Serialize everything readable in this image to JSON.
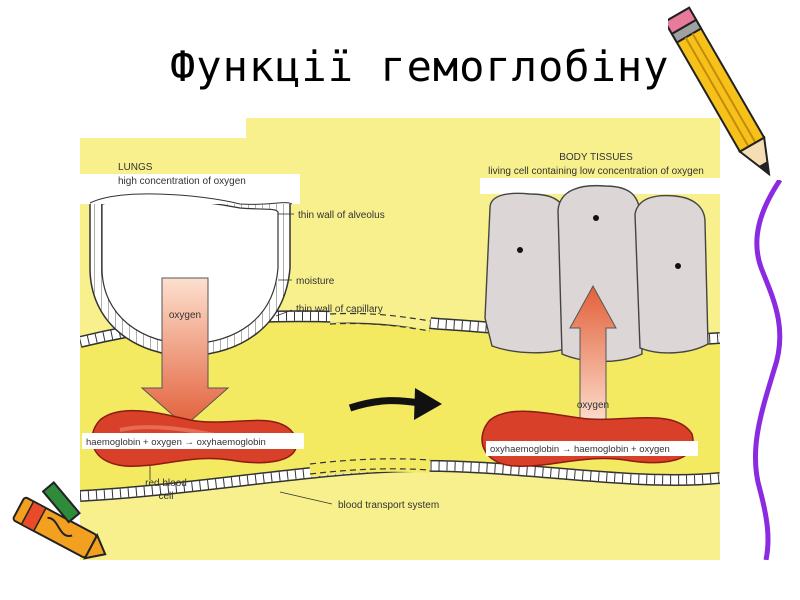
{
  "slide": {
    "title": "Функції гемоглобіну"
  },
  "diagram": {
    "lungs_title": "LUNGS",
    "lungs_sub": "high concentration of oxygen",
    "thin_wall_alveolus": "thin wall of alveolus",
    "moisture": "moisture",
    "thin_wall_capillary": "thin wall of capillary",
    "oxygen_down": "oxygen",
    "eq_left": "haemoglobin + oxygen → oxyhaemoglobin",
    "rbc_line1": "red blood",
    "rbc_line2": "cell",
    "blood_transport": "blood transport system",
    "tissues_title": "BODY TISSUES",
    "tissues_sub": "living cell containing low concentration of oxygen",
    "oxygen_up": "oxygen",
    "eq_right": "oxyhaemoglobin → haemoglobin + oxygen"
  },
  "colors": {
    "background": "#f7f08c",
    "plasma": "#f5ec70",
    "red_cell": "#d8402a",
    "cell_fill": "#dcd6d6",
    "arrow": "#e8744a"
  },
  "icons": [
    "pencil-icon",
    "crayon-icon"
  ]
}
